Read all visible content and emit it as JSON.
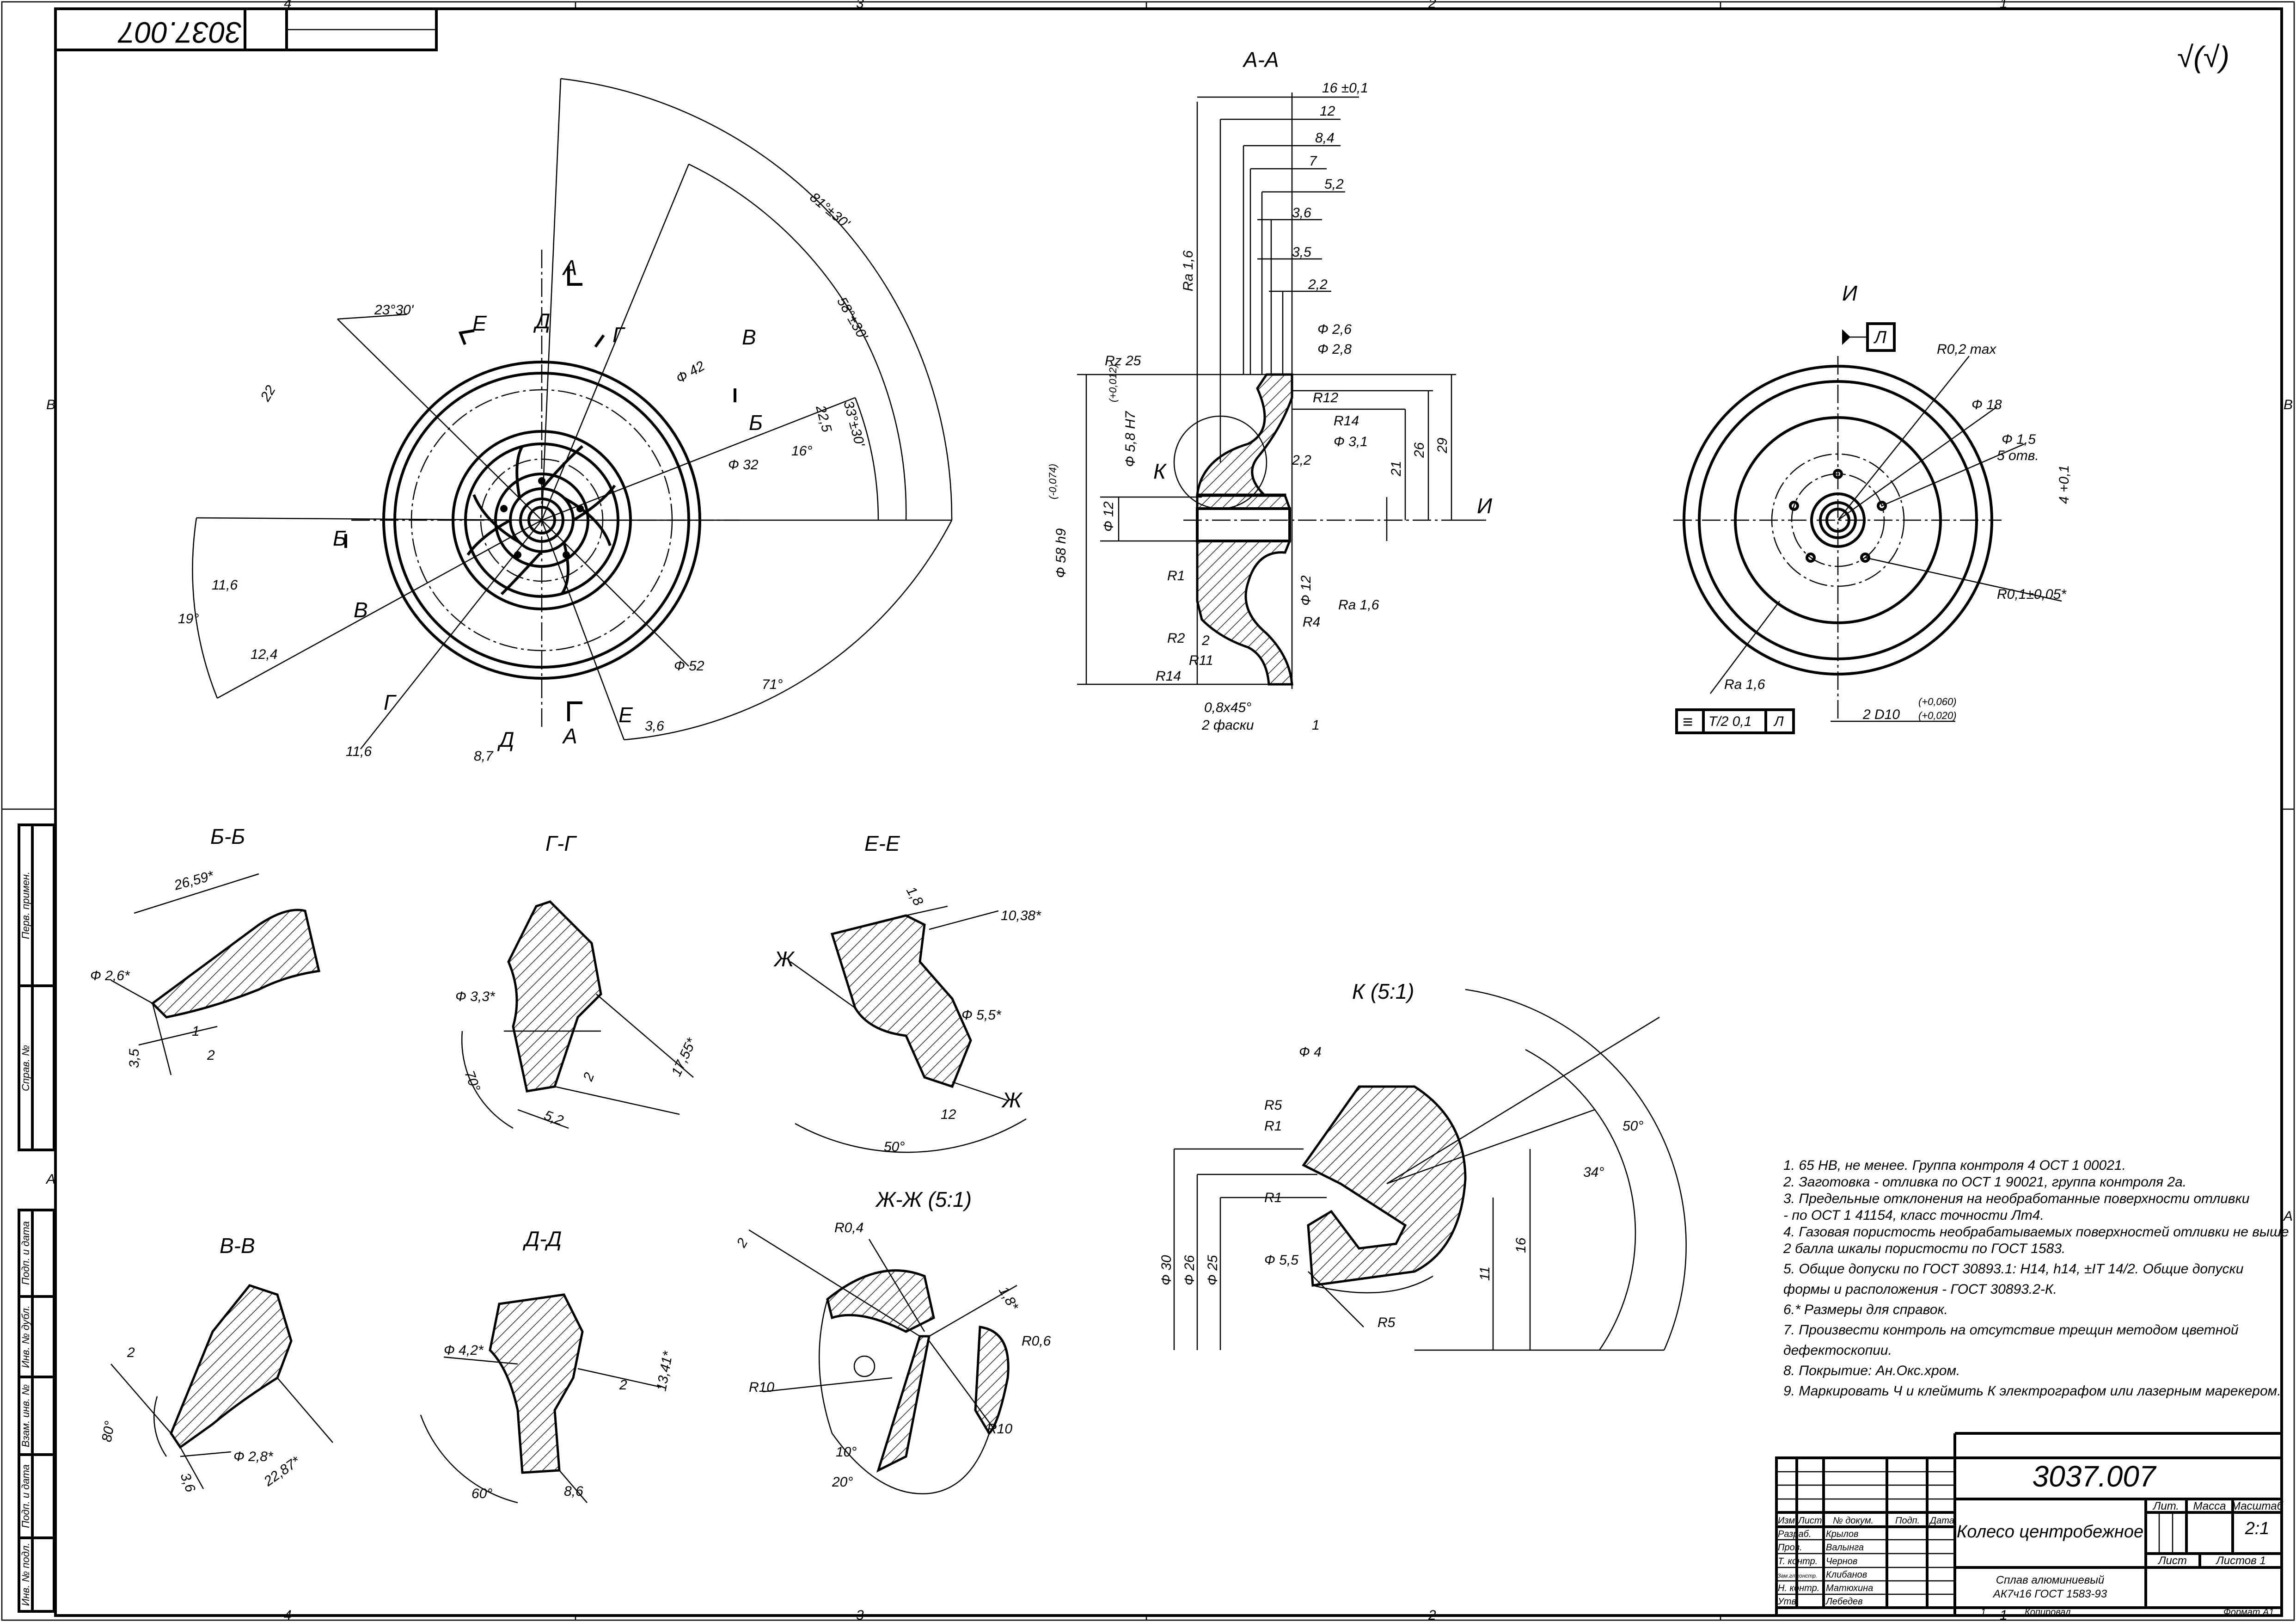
{
  "drawing": {
    "stamp_number_rotated": "3037.007",
    "surface_finish_general": "√(√)",
    "zones_top": [
      "4",
      "3",
      "2",
      "1"
    ],
    "zones_bottom": [
      "4",
      "3",
      "2",
      "1"
    ],
    "zones_side": [
      "В",
      "А"
    ]
  },
  "side_strip": {
    "labels": [
      "Перв. примен.",
      "Справ. №",
      "Подп. и дата",
      "Инв. № дубл.",
      "Взам. инв. №",
      "Подп. и дата",
      "Инв. № подл."
    ]
  },
  "front_view": {
    "section_marks": [
      "А",
      "А",
      "Б",
      "Б",
      "В",
      "В",
      "Г",
      "Г",
      "Д",
      "Д",
      "Е",
      "Е"
    ],
    "dims": [
      "23°30'",
      "81°±30'",
      "58°±30'",
      "33°±30'",
      "22,5",
      "16°",
      "Ф 42",
      "Ф 32",
      "Ф 52",
      "22",
      "11,6",
      "19°",
      "12,4",
      "11,6",
      "8,7",
      "3,6",
      "71°"
    ]
  },
  "section_aa": {
    "title": "А-А",
    "dims": [
      "16 ±0,1",
      "12",
      "8,4",
      "7",
      "5,2",
      "3,6",
      "3,5",
      "2,2",
      "Ф 2,6",
      "Ф 2,8",
      "R12",
      "R14",
      "Ф 3,1",
      "2,2",
      "21",
      "26",
      "29",
      "Ra 1,6",
      "Rz 25",
      "Ф 5,8 H7",
      "(+0,012)",
      "Ф 58 h9",
      "(-0,074)",
      "Ф 12",
      "Ф 12",
      "К",
      "И",
      "R1",
      "R2",
      "2",
      "R11",
      "R14",
      "R4",
      "Ra 1,6",
      "0,8x45°",
      "2 фаски",
      "1"
    ]
  },
  "view_i": {
    "title": "И",
    "datum": "Л",
    "dims": [
      "R0,2 max",
      "Ф 18",
      "Ф 1,5",
      "5 отв.",
      "4 +0,1",
      "R0,1±0,05*",
      "Ra 1,6",
      "2 D10",
      "(+0,060)",
      "(+0,020)"
    ],
    "tolerance_frame": [
      "≡",
      "T/2 0,1",
      "Л"
    ]
  },
  "sections": {
    "bb": {
      "title": "Б-Б",
      "dims": [
        "26,59*",
        "Ф 2,6*",
        "3,5",
        "1",
        "2"
      ]
    },
    "gg": {
      "title": "Г-Г",
      "dims": [
        "Ф 3,3*",
        "70°",
        "5,2",
        "2",
        "17,55*"
      ]
    },
    "ee": {
      "title": "Е-Е",
      "dims": [
        "1,8",
        "10,38*",
        "Ж",
        "Ф 5,5*",
        "Ж",
        "12",
        "50°"
      ]
    },
    "vv": {
      "title": "В-В",
      "dims": [
        "2",
        "80°",
        "Ф 2,8*",
        "3,6",
        "22,87*"
      ]
    },
    "dd": {
      "title": "Д-Д",
      "dims": [
        "Ф 4,2*",
        "2",
        "13,41*",
        "60°",
        "8,6"
      ]
    },
    "zz": {
      "title": "Ж-Ж (5:1)",
      "dims": [
        "R0,4",
        "2",
        "1,8*",
        "R0,6",
        "R10",
        "R10",
        "10°",
        "20°"
      ]
    },
    "k": {
      "title": "К (5:1)",
      "dims": [
        "Ф 4",
        "R5",
        "R1",
        "R1",
        "Ф 5,5",
        "R5",
        "Ф 30",
        "Ф 26",
        "Ф 25",
        "16",
        "11",
        "50°",
        "34°"
      ]
    }
  },
  "notes": [
    "1.   65 НВ, не менее. Группа контроля 4 ОСТ 1 00021.",
    "2.   Заготовка - отливка по ОСТ 1 90021, группа контроля 2а.",
    "3.   Предельные отклонения на необработанные поверхности отливки",
    "      - по ОСТ 1 41154, класс точности Лт4.",
    "4.   Газовая пористость необрабатываемых поверхностей отливки не выше",
    "      2 балла шкалы пористости по ГОСТ 1583.",
    "5.   Общие допуски по ГОСТ 30893.1: Н14, h14, ±IT 14/2. Общие допуски",
    "      формы и расположения - ГОСТ 30893.2-К.",
    "6.*  Размеры для справок.",
    "7.   Произвести контроль на отсутствие трещин методом цветной",
    "      дефектоскопии.",
    "8.   Покрытие: Ан.Окс.хром.",
    "9.   Маркировать Ч и клеймить К электрографом или лазерным марекером."
  ],
  "title_block": {
    "designation": "3037.007",
    "part_name": "Колесо центробежное",
    "material_line1": "Сплав алюминиевый",
    "material_line2": "АК7ч16 ГОСТ 1583-93",
    "col_headers": [
      "Изм.",
      "Лист",
      "№ докум.",
      "Подп.",
      "Дата"
    ],
    "roles": [
      {
        "role": "Разраб.",
        "name": "Крылов"
      },
      {
        "role": "Пров.",
        "name": "Валынга"
      },
      {
        "role": "Т. контр.",
        "name": "Чернов"
      },
      {
        "role": "Зам.гл.констр.",
        "name": "Клибанов"
      },
      {
        "role": "Н. контр.",
        "name": "Матюхина"
      },
      {
        "role": "Утв.",
        "name": "Лебедев"
      }
    ],
    "lit_label": "Лит.",
    "mass_label": "Масса",
    "scale_label": "Масштаб",
    "scale": "2:1",
    "sheet_label": "Лист",
    "sheets_label": "Листов 1",
    "copy_number": "1",
    "copied_label": "Копировал",
    "format_label": "Формат А1"
  }
}
